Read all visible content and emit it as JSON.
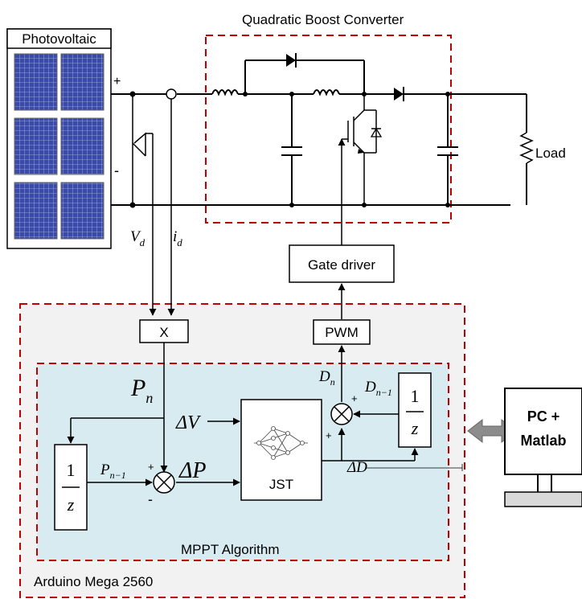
{
  "labels": {
    "converter_title": "Quadratic Boost Converter",
    "pv_title": "Photovoltaic",
    "plus": "+",
    "minus": "-",
    "load": "Load",
    "gate_driver": "Gate driver",
    "multiplier": "X",
    "pwm": "PWM",
    "jst": "JST",
    "mppt": "MPPT Algorithm",
    "arduino": "Arduino Mega 2560",
    "pc_line1": "PC +",
    "pc_line2": "Matlab",
    "delay_num": "1",
    "delay_den": "z"
  },
  "math": {
    "vd_main": "V",
    "vd_sub": "d",
    "id_main": "i",
    "id_sub": "d",
    "pn_main": "P",
    "pn_sub": "n",
    "pn1_main": "P",
    "pn1_sub": "n−1",
    "dn_main": "D",
    "dn_sub": "n",
    "dn1_main": "D",
    "dn1_sub": "n−1",
    "dv": "ΔV",
    "dp": "ΔP",
    "dd": "ΔD"
  },
  "colors": {
    "dashed_border": "#c00000",
    "arduino_bg": "#f2f2f2",
    "mppt_bg": "#d7ebf1",
    "pv_cell": "#3a4aa8",
    "arrow_gray": "#8c8c8c"
  }
}
